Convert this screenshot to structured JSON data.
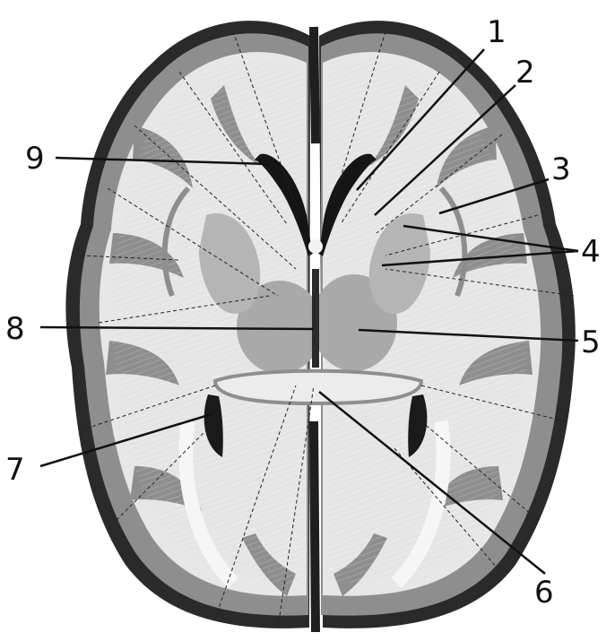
{
  "figure": {
    "labels": [
      "1",
      "2",
      "3",
      "4",
      "5",
      "6",
      "7",
      "8",
      "9"
    ]
  },
  "colors": {
    "gray_matter": "#8e8e8e",
    "white_matter": "#e7e7e7",
    "dark_border": "#1f1f1f",
    "ventricle": "#151515",
    "deep_nuclei": "#a9a9a9",
    "leader_lines": "#111111"
  }
}
